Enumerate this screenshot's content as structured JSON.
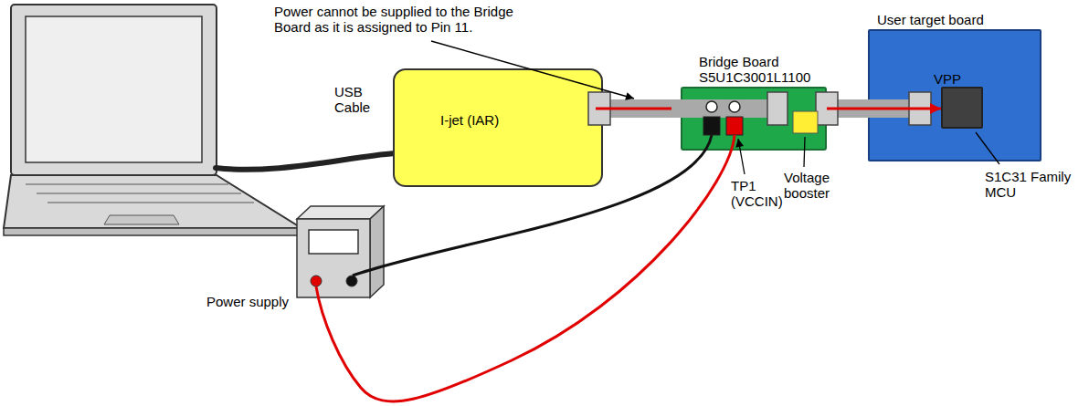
{
  "diagram": {
    "nodes": [
      {
        "text": [
          "I-jet (IAR)"
        ]
      },
      {
        "text": [
          "Bridge Board S5U1C3001L1100"
        ]
      },
      {
        "text": [
          "User target board"
        ]
      },
      {
        "text": [
          "S1C31 Family MCU"
        ],
        "in": 2
      }
    ],
    "edges": [
      {
        "from": 0,
        "to": 1,
        "arrow": "none"
      },
      {
        "from": 1,
        "to": 3,
        "arrow": "to"
      }
    ],
    "labels": [
      "Power cannot be supplied to the Bridge Board as it is assigned to Pin 11.",
      "USB Cable",
      "TP1 (VCCIN)",
      "Voltage booster",
      "VPP",
      "Power supply"
    ]
  }
}
